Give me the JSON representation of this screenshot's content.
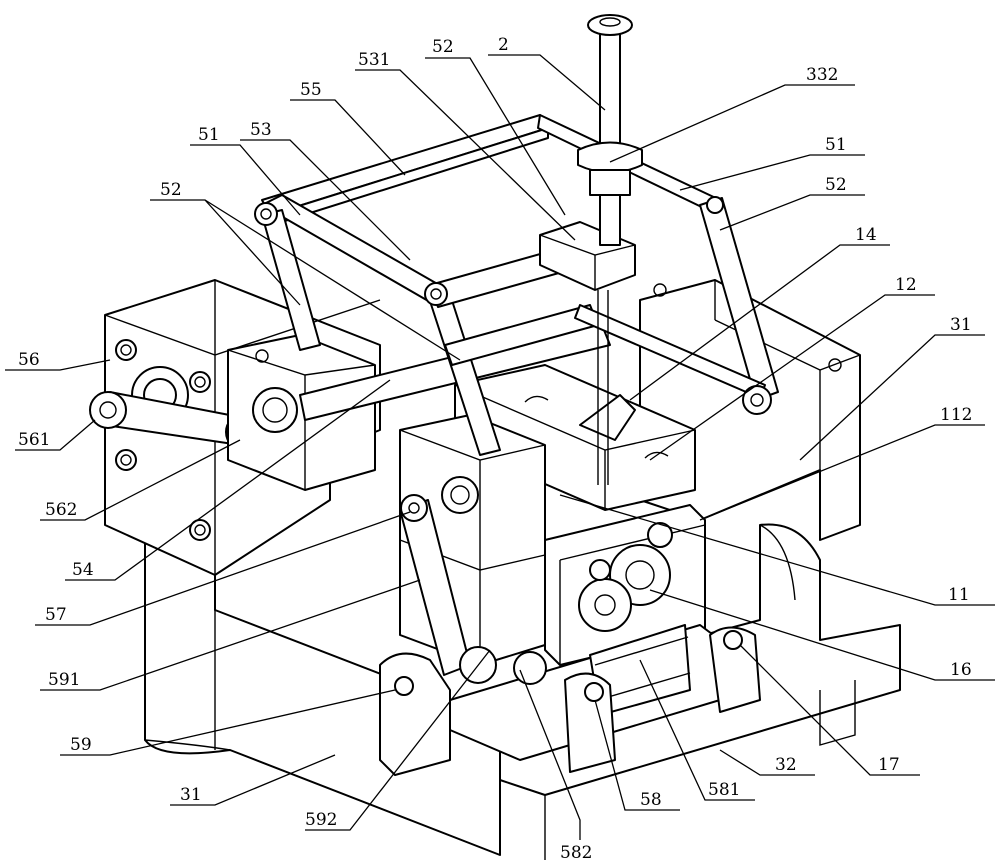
{
  "diagram": {
    "callouts": [
      {
        "id": "c-2",
        "text": "2"
      },
      {
        "id": "c-332",
        "text": "332"
      },
      {
        "id": "c-52a",
        "text": "52"
      },
      {
        "id": "c-531",
        "text": "531"
      },
      {
        "id": "c-55",
        "text": "55"
      },
      {
        "id": "c-53",
        "text": "53"
      },
      {
        "id": "c-51a",
        "text": "51"
      },
      {
        "id": "c-52b",
        "text": "52"
      },
      {
        "id": "c-51b",
        "text": "51"
      },
      {
        "id": "c-52c",
        "text": "52"
      },
      {
        "id": "c-14",
        "text": "14"
      },
      {
        "id": "c-12",
        "text": "12"
      },
      {
        "id": "c-31a",
        "text": "31"
      },
      {
        "id": "c-112",
        "text": "112"
      },
      {
        "id": "c-56",
        "text": "56"
      },
      {
        "id": "c-561",
        "text": "561"
      },
      {
        "id": "c-562",
        "text": "562"
      },
      {
        "id": "c-54",
        "text": "54"
      },
      {
        "id": "c-57",
        "text": "57"
      },
      {
        "id": "c-591",
        "text": "591"
      },
      {
        "id": "c-11",
        "text": "11"
      },
      {
        "id": "c-16",
        "text": "16"
      },
      {
        "id": "c-17",
        "text": "17"
      },
      {
        "id": "c-59",
        "text": "59"
      },
      {
        "id": "c-31b",
        "text": "31"
      },
      {
        "id": "c-32",
        "text": "32"
      },
      {
        "id": "c-58",
        "text": "58"
      },
      {
        "id": "c-581",
        "text": "581"
      },
      {
        "id": "c-592",
        "text": "592"
      },
      {
        "id": "c-582",
        "text": "582"
      }
    ]
  }
}
